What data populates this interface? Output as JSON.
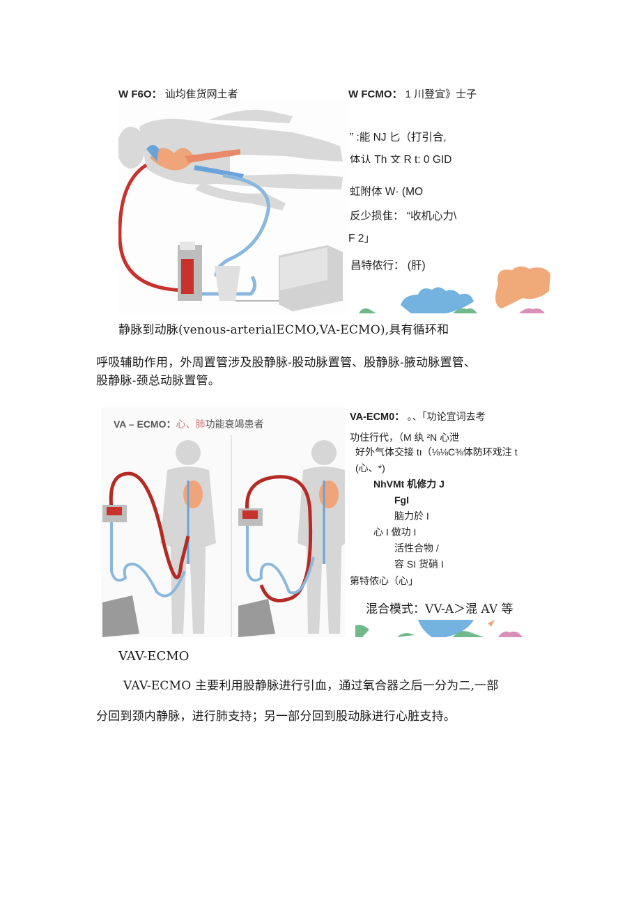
{
  "figure1": {
    "left_caption_label": "W F6O：",
    "left_caption_text": "讪均隹货网土者",
    "right_caption_label": "W FCMO：",
    "right_caption_text": "1 川登宜》士子",
    "side_lines": [
      "”  :能 NJ 匕（打引合,",
      "体认 Th 文 R t: 0   GID",
      "虹附体 W·  (MO",
      "  反少损隹： “收机心力\\",
      "F 2」",
      "昌特侬行： (肝)"
    ],
    "colors": {
      "arterial_red": "#c8322c",
      "venous_blue": "#8ab8dc",
      "body_gray": "#d9d9d9",
      "shape_orange": "#f0a978",
      "shape_blue": "#74b3e0",
      "shape_green": "#6fb98a",
      "shape_pink": "#d88fb8"
    }
  },
  "paragraph1": {
    "line1": "静脉到动脉(venous-arterialECMO,VA-ECMO),具有循环和",
    "line2": "呼吸辅助作用，外周置管涉及股静脉-股动脉置管、股静脉-腋动脉置管、",
    "line3": "股静脉-颈总动脉置管。"
  },
  "figure2": {
    "caption_label": "VA – ECMO：",
    "caption_red": "心、肺",
    "caption_text": "功能衰竭患者",
    "side_lines": [
      {
        "text": "VA-ECM0：  。、「功论宜词去考",
        "indent": 0,
        "bold_prefix": "VA-ECM0："
      },
      {
        "text": "功住行代，（M 纨 ²N 心泄",
        "indent": 0
      },
      {
        "text": "好外气体交接 tı（⅛⅛C⅜体防环戏注 t",
        "indent": 8
      },
      {
        "text": "(心、*)",
        "indent": 8
      },
      {
        "text": "NhVMt 机修力 J",
        "indent": 34
      },
      {
        "text": "FgI",
        "indent": 64
      },
      {
        "text": "脑力於 I",
        "indent": 64
      },
      {
        "text": "心 I 做功 I",
        "indent": 34
      },
      {
        "text": "活性合物 /",
        "indent": 64
      },
      {
        "text": "容 SI 货硝 I",
        "indent": 64
      },
      {
        "text": "第特侬心（心」",
        "indent": 0
      }
    ],
    "mixed_mode": "混合模式：VV-A＞混 AV 等"
  },
  "section_vav": {
    "heading": "VAV-ECMO",
    "line1": "VAV-ECMO 主要利用股静脉进行引血，通过氧合器之后一分为二,一部",
    "line2": "分回到颈内静脉，进行肺支持；另一部分回到股动脉进行心脏支持。"
  }
}
